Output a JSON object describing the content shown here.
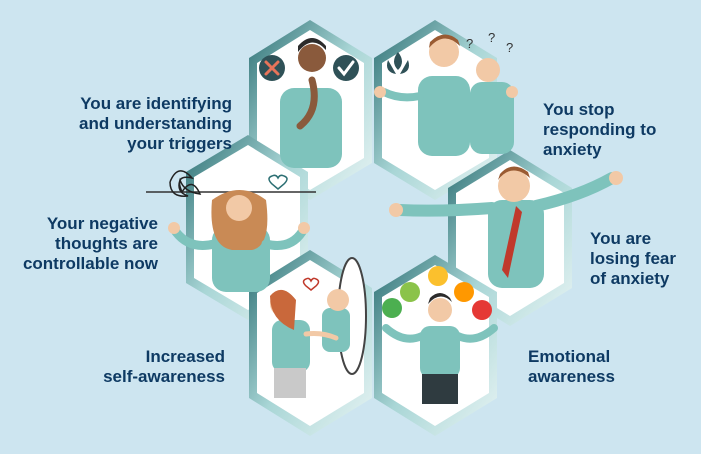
{
  "items": [
    {
      "lines": [
        "You are identifying",
        "and understanding",
        "your triggers"
      ]
    },
    {
      "lines": [
        "You stop",
        "responding to",
        "anxiety"
      ]
    },
    {
      "lines": [
        "Your negative",
        "thoughts are",
        "controllable now"
      ]
    },
    {
      "lines": [
        "You are",
        "losing fear",
        "of anxiety"
      ]
    },
    {
      "lines": [
        "Increased",
        "self-awareness"
      ]
    },
    {
      "lines": [
        "Emotional",
        "awareness"
      ]
    }
  ],
  "colors": {
    "background": "#cde5f0",
    "text": "#0e3a63",
    "hex_fill": "#ffffff",
    "hex_border_dark": "#2c6f73",
    "hex_border_light": "#a9d6d6",
    "shirt": "#7ec3bc"
  },
  "icons": [
    "x-icon",
    "check-icon",
    "lotus-icon",
    "heart-icon",
    "question-mark-icon",
    "emoji-faces-icon"
  ]
}
